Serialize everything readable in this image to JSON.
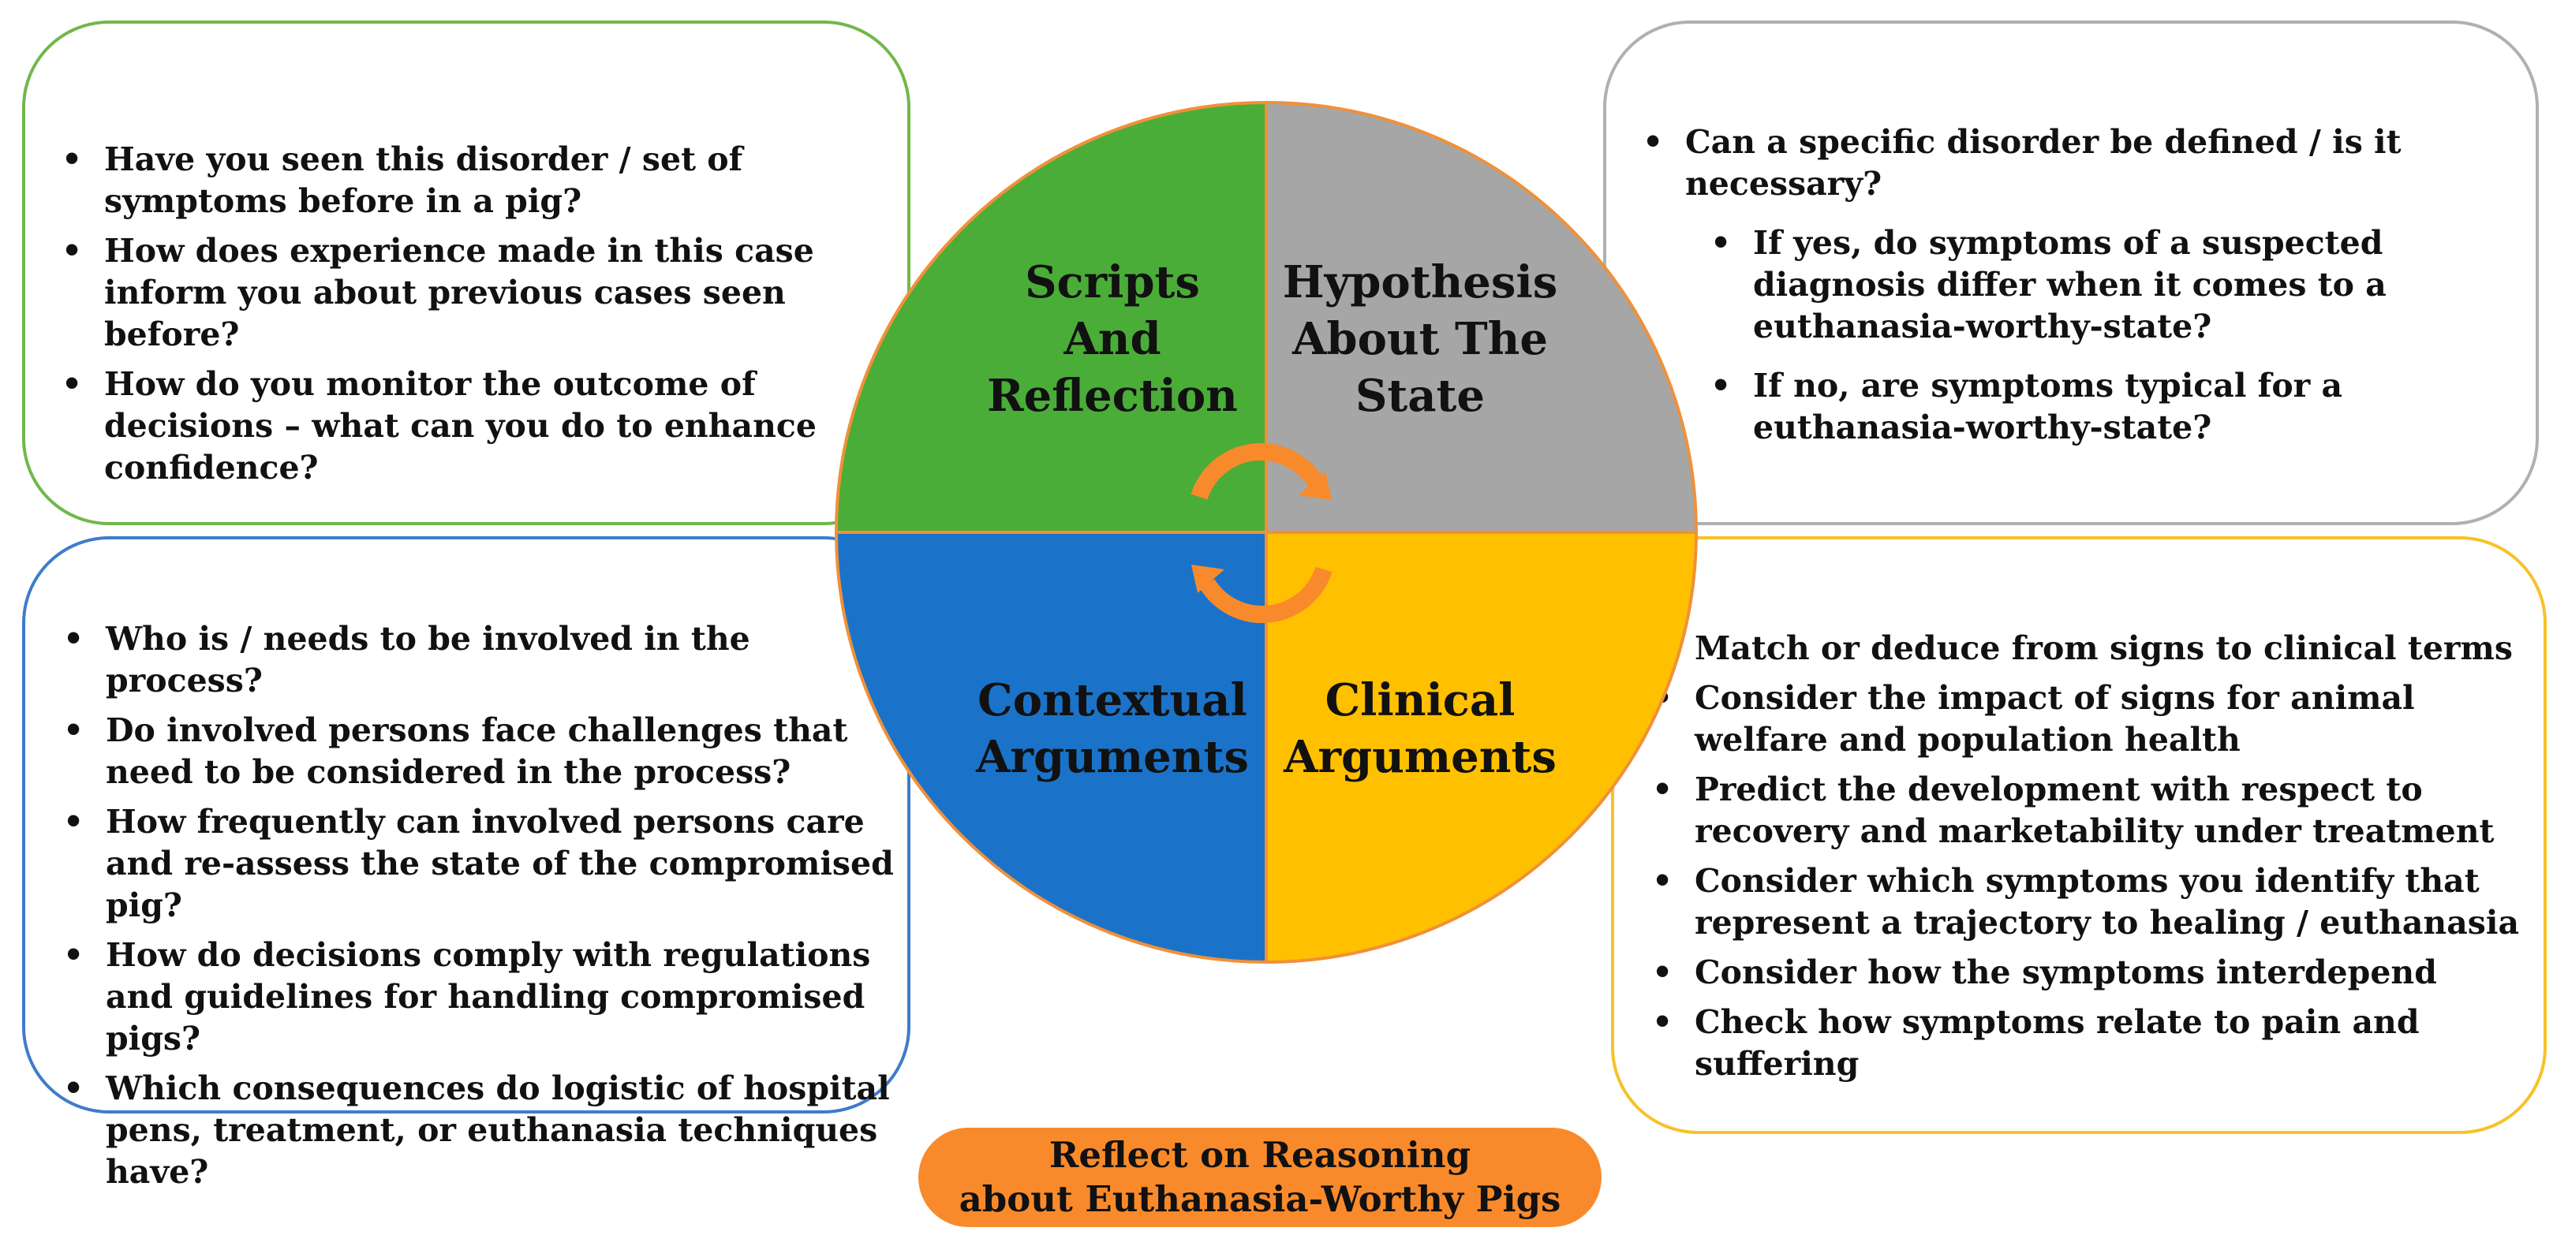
{
  "colors": {
    "scripts": "#4aad38",
    "hypothesis": "#a6a6a6",
    "contextual": "#1a73c8",
    "clinical": "#ffc000",
    "accent_orange": "#f98a2b",
    "box_green": "#70b84a",
    "box_grey": "#b0b0b0",
    "box_blue": "#3f7cc9",
    "box_yellow": "#f6c229"
  },
  "wheel": {
    "top_left": {
      "lines": [
        "Scripts",
        "And",
        "Reflection"
      ]
    },
    "top_right": {
      "lines": [
        "Hypothesis",
        "About The",
        "State"
      ]
    },
    "bottom_left": {
      "lines": [
        "Contextual",
        "Arguments"
      ]
    },
    "bottom_right": {
      "lines": [
        "Clinical",
        "Arguments"
      ]
    },
    "cycle_icon": "circular-arrows-icon"
  },
  "boxes": {
    "scripts": {
      "items": [
        "Have you seen this disorder / set of symptoms before in a pig?",
        "How does experience made in this case inform you about previous cases seen before?",
        "How do you monitor the outcome of decisions – what can you do to enhance confidence?"
      ]
    },
    "hypothesis": {
      "items": [
        "Can a specific disorder be defined / is it necessary?"
      ],
      "sub_items": [
        "If yes, do symptoms of a suspected diagnosis differ when it comes to a euthanasia-worthy-state?",
        "If no, are symptoms typical for a euthanasia-worthy-state?"
      ]
    },
    "contextual": {
      "items": [
        "Who is / needs to be involved in the process?",
        "Do involved persons face challenges that need to be considered in the process?",
        "How frequently can involved persons care and re-assess the state of the compromised pig?",
        "How do decisions comply with regulations and guidelines for handling compromised pigs?",
        "Which consequences do logistic of hospital pens, treatment, or euthanasia techniques have?"
      ]
    },
    "clinical": {
      "items": [
        "Match or deduce from signs to clinical terms",
        "Consider the impact of signs for animal welfare and population health",
        "Predict the development with respect to recovery and marketability under treatment",
        "Consider which symptoms you identify that represent a trajectory to healing / euthanasia",
        "Consider how the symptoms interdepend",
        "Check how symptoms relate to pain and suffering"
      ]
    }
  },
  "footer": {
    "lines": [
      "Reflect on Reasoning",
      "about Euthanasia-Worthy Pigs"
    ]
  }
}
